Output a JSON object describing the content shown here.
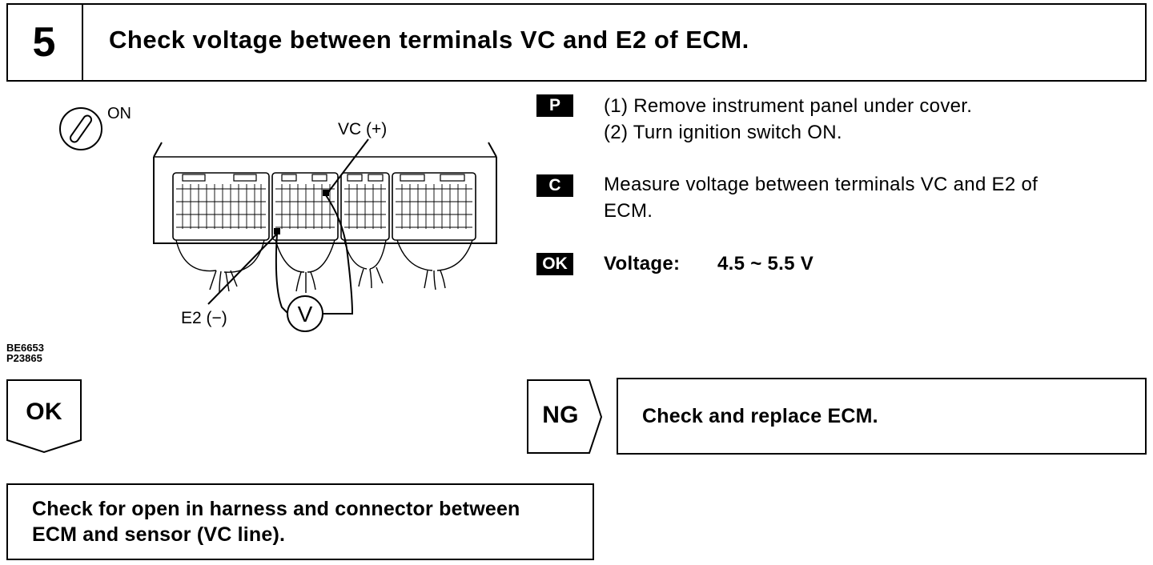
{
  "step": {
    "number": "5",
    "title": "Check voltage between terminals VC and E2 of ECM."
  },
  "diagram": {
    "ignition_label": "ON",
    "vc_label": "VC (+)",
    "e2_label": "E2 (−)",
    "voltmeter_label": "V",
    "codes": [
      "BE6653",
      "P23865"
    ]
  },
  "instructions": {
    "prep_tag": "P",
    "prep_steps": [
      "(1) Remove instrument panel under cover.",
      "(2) Turn ignition switch ON."
    ],
    "check_tag": "C",
    "check_line1": "Measure voltage between terminals VC and E2 of",
    "check_line2": "ECM.",
    "ok_tag": "OK",
    "ok_label": "Voltage:",
    "ok_value": "4.5 ~ 5.5 V"
  },
  "flow": {
    "ok_label": "OK",
    "ng_label": "NG",
    "ng_action": "Check and replace ECM.",
    "ok_action_line1": "Check for open in harness and connector between",
    "ok_action_line2": "ECM and sensor (VC line)."
  }
}
